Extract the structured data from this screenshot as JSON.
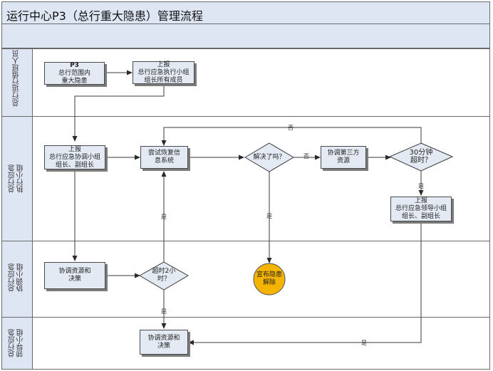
{
  "header": {
    "title": "运行中心P3（总行重大隐患）管理流程"
  },
  "lanes": [
    {
      "label": "总行运行值班人员"
    },
    {
      "label_lines": [
        "总行应急",
        "执行小组"
      ]
    },
    {
      "label_lines": [
        "总行应急",
        "协调小组"
      ]
    },
    {
      "label_lines": [
        "总行应急",
        "领导小组"
      ]
    }
  ],
  "nodes": {
    "p3": {
      "lines": [
        "P3",
        "总行范围内",
        "重大隐患"
      ]
    },
    "report_exec": {
      "lines": [
        "上报",
        "总行应急执行小组",
        "组长所有成员"
      ]
    },
    "report_coord": {
      "lines": [
        "上报",
        "总行应急协调小组",
        "组长、副组长"
      ]
    },
    "restore": {
      "lines": [
        "尝试恢复信",
        "息系统"
      ]
    },
    "solved": {
      "lines": [
        "解决了吗？"
      ]
    },
    "third_party": {
      "lines": [
        "协调第三方",
        "资源"
      ]
    },
    "timeout30": {
      "lines": [
        "30分钟",
        "超时？"
      ]
    },
    "report_leader": {
      "lines": [
        "上报",
        "总行应急领导小组",
        "组长、副组长"
      ]
    },
    "coord_decide": {
      "lines": [
        "协调资源和",
        "决策"
      ]
    },
    "timeout2h": {
      "lines": [
        "超时2小",
        "时？"
      ]
    },
    "announce": {
      "lines": [
        "宣布隐患",
        "解除"
      ]
    },
    "leader_decide": {
      "lines": [
        "协调资源和",
        "决策"
      ]
    }
  },
  "edge_labels": {
    "no_top": "否",
    "no_mid": "否",
    "yes_30": "是",
    "yes_solved": "是",
    "yes_2h_up": "是",
    "yes_2h_down": "是",
    "yes_bottom": "是"
  },
  "colors": {
    "lane_fill": "#dfe6f3",
    "box_fill": "#e4eaf4",
    "end_fill": "#f5b400",
    "line": "#3a3a3a"
  }
}
